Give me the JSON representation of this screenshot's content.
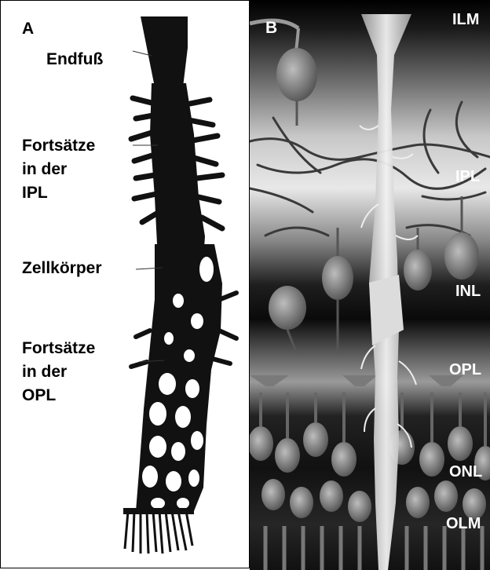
{
  "panel_a": {
    "letter": "A",
    "labels": {
      "endfuss": "Endfuß",
      "fortsaetze_ipl": [
        "Fortsätze",
        "in der",
        "IPL"
      ],
      "zellkoerper": "Zellkörper",
      "fortsaetze_opl": [
        "Fortsätze",
        "in der",
        "OPL"
      ]
    }
  },
  "panel_b": {
    "letter": "B",
    "layers": {
      "ilm": "ILM",
      "ipl": "IPL",
      "inl": "INL",
      "opl": "OPL",
      "onl": "ONL",
      "olm": "OLM"
    }
  }
}
